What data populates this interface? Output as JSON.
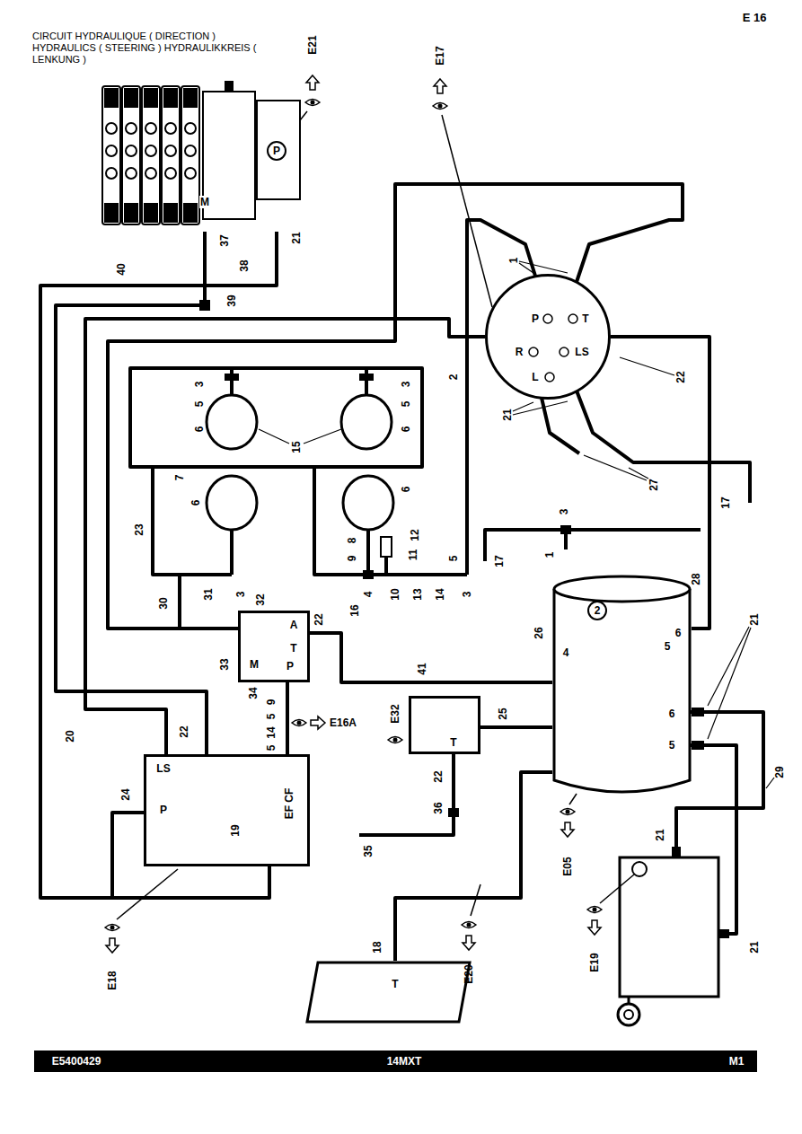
{
  "diagram": {
    "title": "CIRCUIT HYDRAULIQUE ( DIRECTION ) HYDRAULICS ( STEERING ) HYDRAULIKKREIS ( LENKUNG )",
    "nodes": [
      {
        "text": [
          "M",
          "P"
        ]
      },
      {
        "text": [
          "P",
          "T",
          "R",
          "LS",
          "L"
        ]
      },
      {
        "text": [
          "2",
          "4",
          "6",
          "5",
          "6",
          "5"
        ]
      },
      {
        "text": [
          "A",
          "T",
          "M",
          "P"
        ]
      },
      {
        "text": [
          "T"
        ]
      },
      {
        "text": [
          "LS",
          "P",
          "EF CF"
        ]
      },
      {
        "text": [
          "T"
        ]
      }
    ],
    "edges": [
      {
        "from": 0,
        "to": 5,
        "arrow": "none"
      },
      {
        "from": 5,
        "to": 0,
        "arrow": "none"
      },
      {
        "from": 5,
        "to": 1,
        "arrow": "none"
      },
      {
        "from": 1,
        "to": 2,
        "arrow": "none"
      },
      {
        "from": 3,
        "to": 2,
        "arrow": "none"
      },
      {
        "from": 4,
        "to": 2,
        "arrow": "none"
      },
      {
        "from": 6,
        "to": 2,
        "arrow": "none"
      },
      {
        "from": 3,
        "to": 5,
        "arrow": "none"
      }
    ],
    "labels": [
      "E 16",
      "E21",
      "37",
      "38",
      "21",
      "40",
      "39",
      "E17",
      "1",
      "2",
      "22",
      "21",
      "27",
      "3",
      "5",
      "6",
      "3",
      "5",
      "6",
      "15",
      "7",
      "23",
      "6",
      "12",
      "6",
      "8",
      "9",
      "11",
      "5",
      "3",
      "1",
      "17",
      "17",
      "28",
      "4",
      "10",
      "13",
      "14",
      "3",
      "31",
      "3",
      "30",
      "32",
      "22",
      "16",
      "21",
      "26",
      "41",
      "33",
      "34",
      "9",
      "5",
      "14",
      "5",
      "25",
      "E32",
      "E16A",
      "22",
      "20",
      "22",
      "24",
      "36",
      "29",
      "19",
      "21",
      "35",
      "E05",
      "21",
      "18",
      "E19",
      "E20",
      "E18",
      "E5400429",
      "14MXT",
      "M1"
    ]
  }
}
